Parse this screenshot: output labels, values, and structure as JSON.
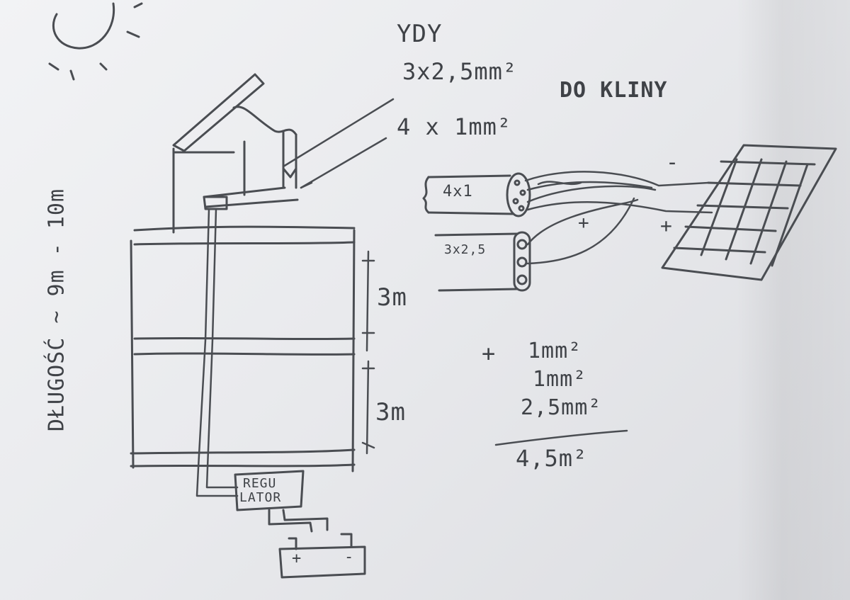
{
  "cable_type": "YDY",
  "cable_spec_1": "3x2,5mm²",
  "cable_spec_2": "4 x 1mm²",
  "destination": "DO KLINY",
  "cable_a_label": "4x1",
  "cable_b_label": "3x2,5",
  "length_label": "DŁUGOŚĆ ~ 9m - 10m",
  "section_1_height": "3m",
  "section_2_height": "3m",
  "regulator_line1": "REGU",
  "regulator_line2": "LATOR",
  "battery_plus": "+",
  "battery_minus": "-",
  "panel_minus": "-",
  "panel_plus_1": "+",
  "panel_plus_2": "+",
  "sum_operator": "+",
  "sum_line_1": "1mm²",
  "sum_line_2": "1mm²",
  "sum_line_3": "2,5mm²",
  "sum_total": "4,5m²"
}
